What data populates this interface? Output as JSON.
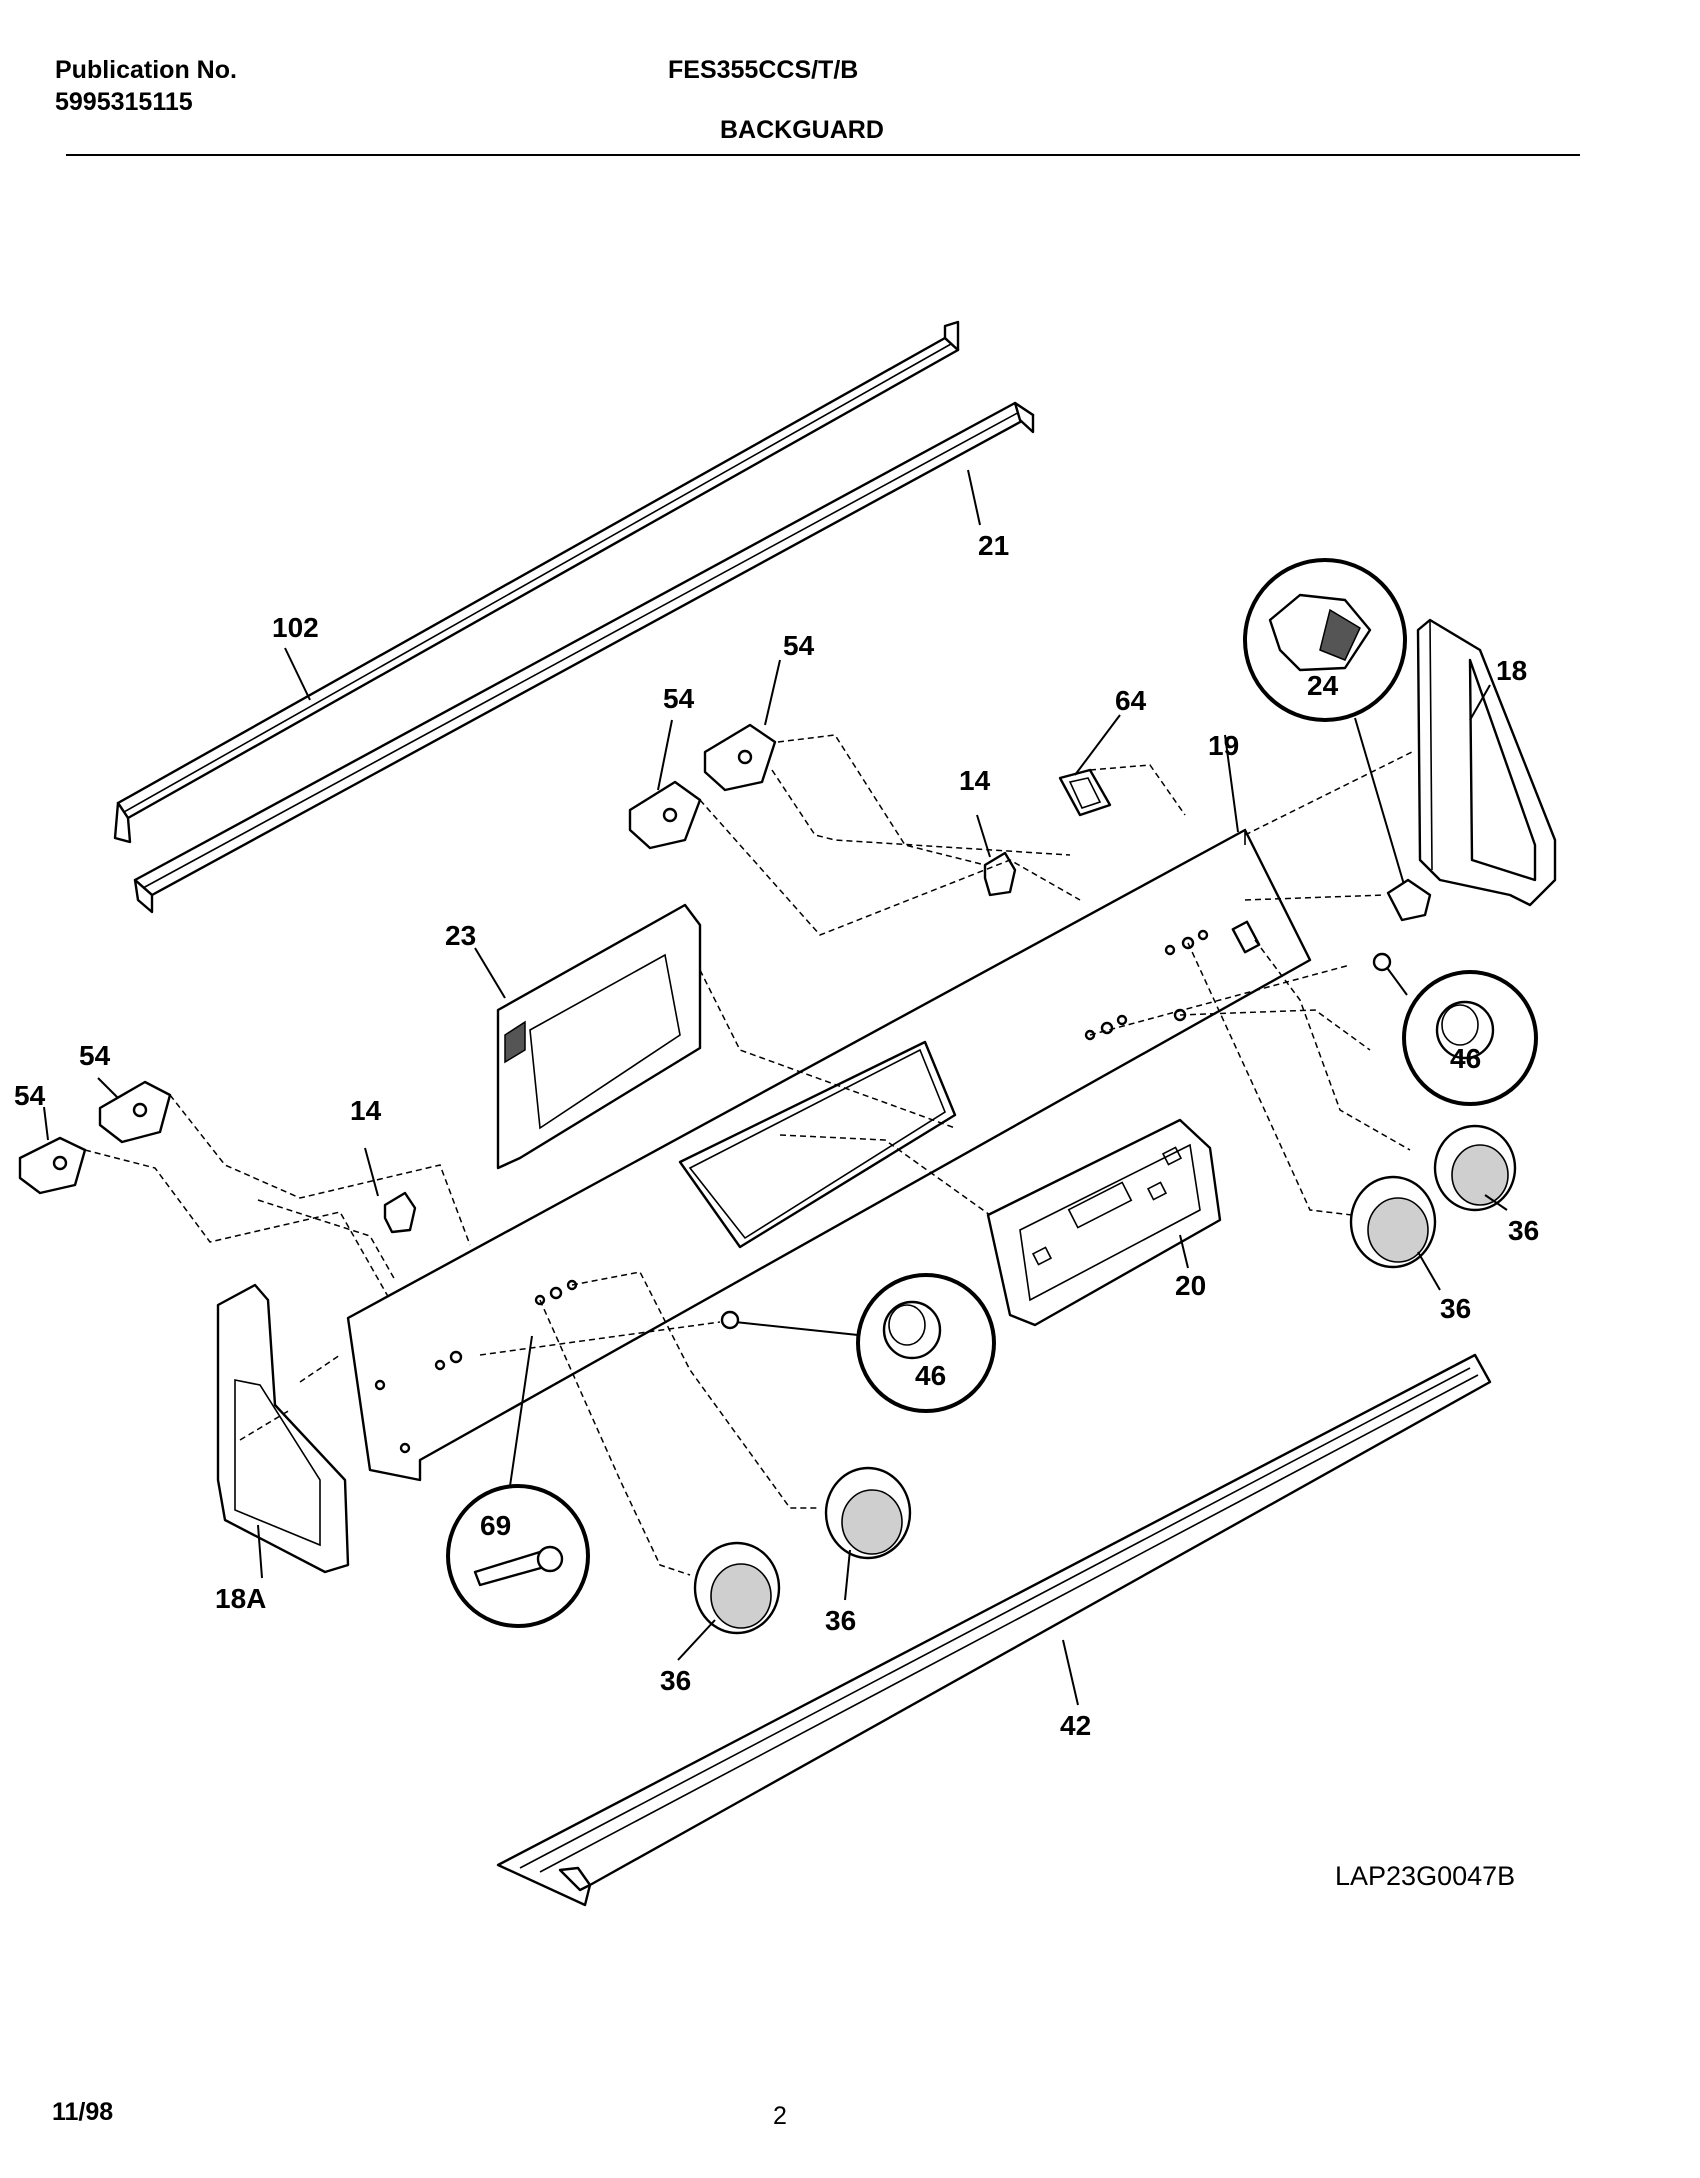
{
  "header": {
    "publication_label": "Publication No.",
    "publication_number": "5995315115",
    "model": "FES355CCS/T/B",
    "section": "BACKGUARD"
  },
  "diagram": {
    "callouts": {
      "c102": "102",
      "c21": "21",
      "c18": "18",
      "c24": "24",
      "c19": "19",
      "c64": "64",
      "c54a": "54",
      "c54b": "54",
      "c14a": "14",
      "c23": "23",
      "c46a": "46",
      "c54c": "54",
      "c54d": "54",
      "c14b": "14",
      "c36a": "36",
      "c36b": "36",
      "c20": "20",
      "c46b": "46",
      "c18a": "18A",
      "c69": "69",
      "c36c": "36",
      "c36d": "36",
      "c42": "42"
    },
    "drawing_code": "LAP23G0047B"
  },
  "footer": {
    "date": "11/98",
    "page": "2"
  }
}
